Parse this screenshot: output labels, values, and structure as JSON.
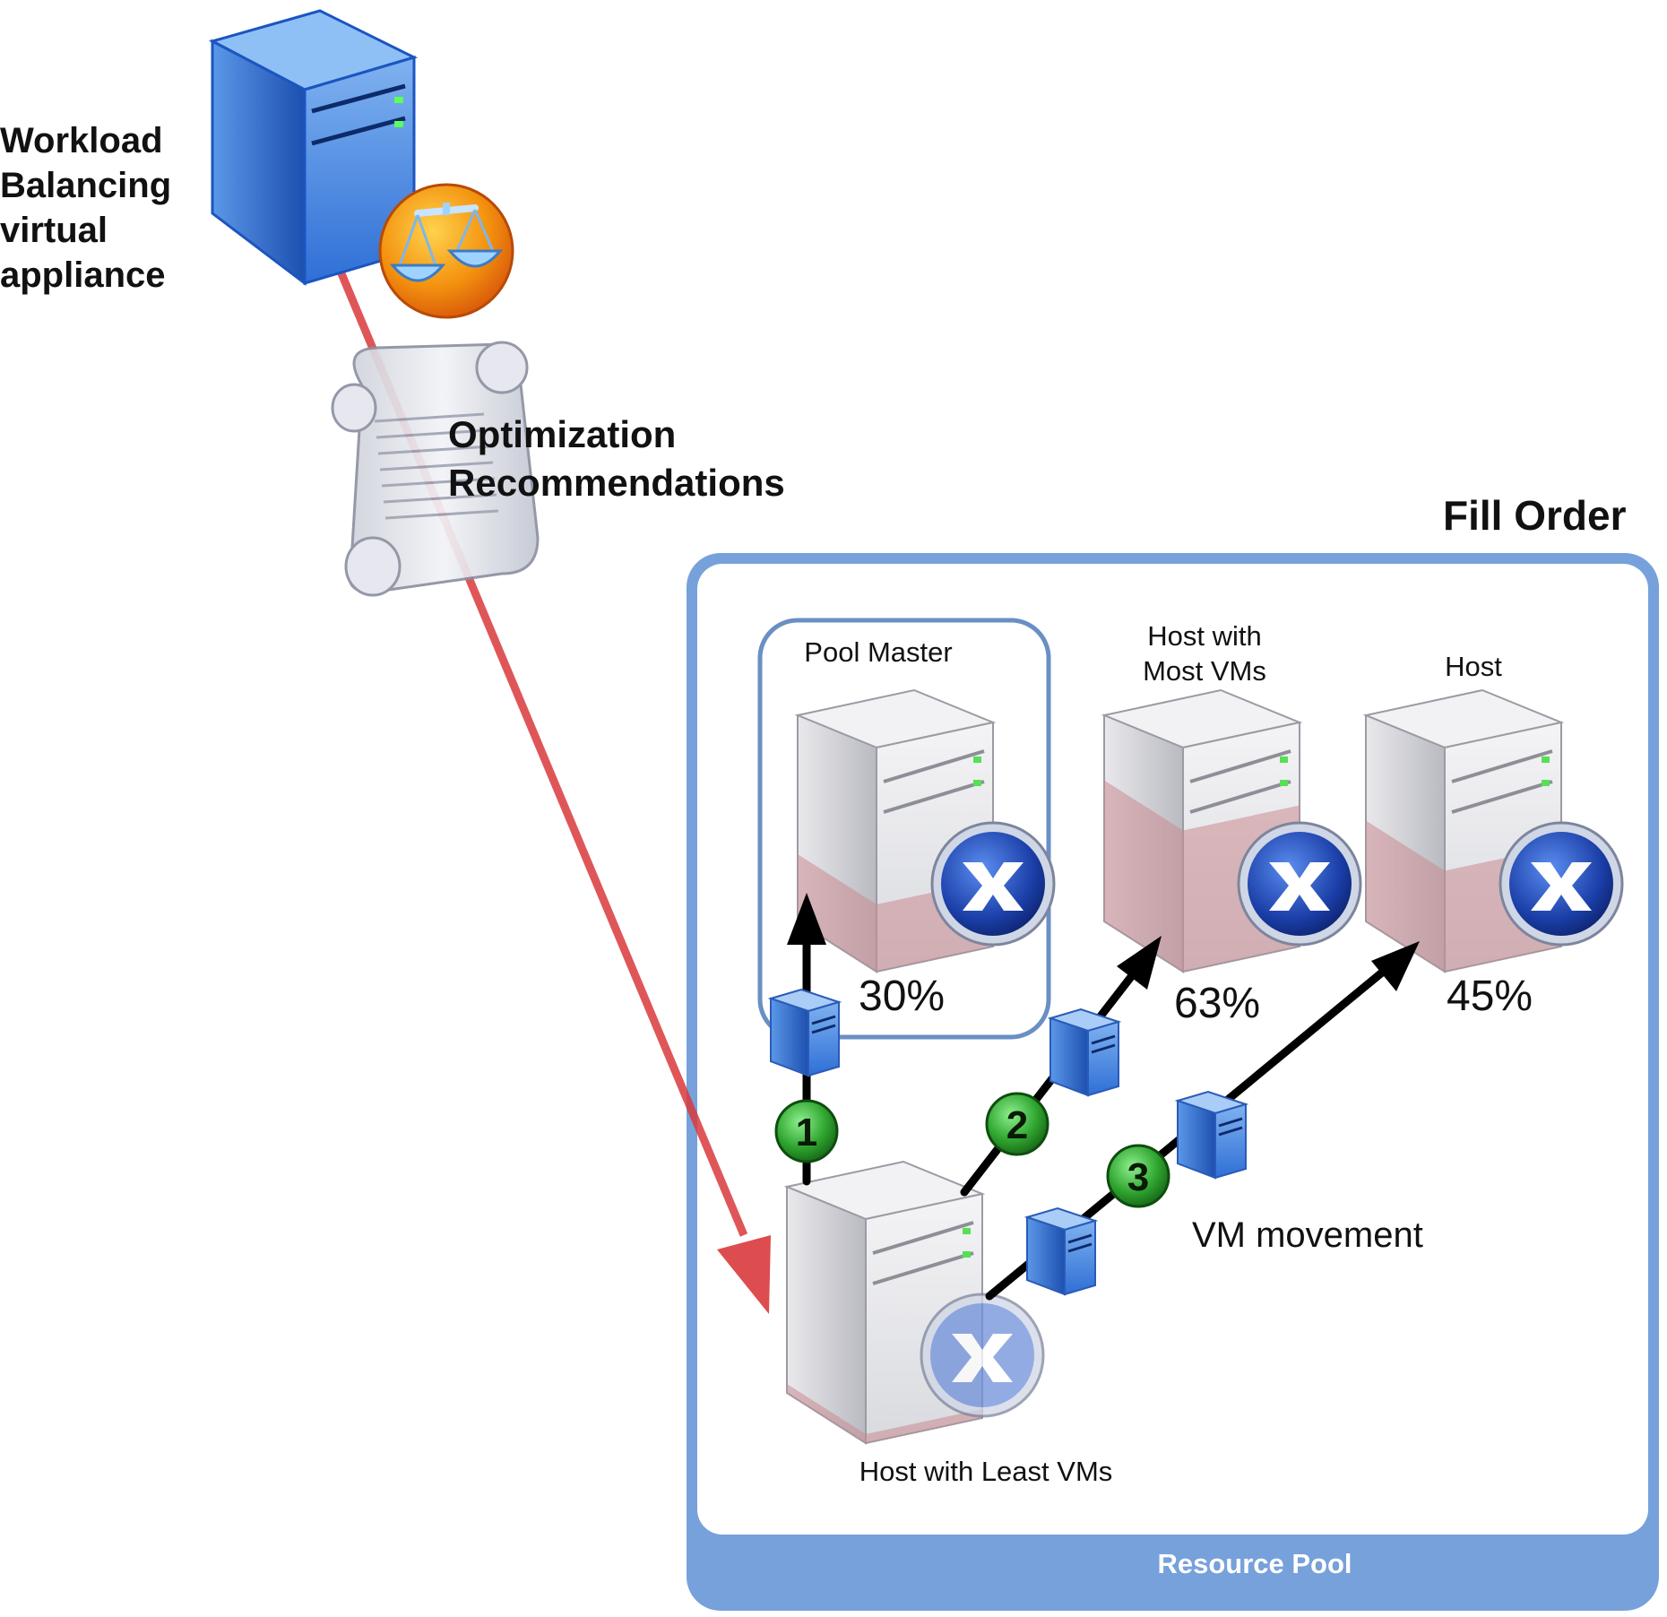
{
  "appliance": {
    "label_lines": [
      "Workload",
      "Balancing",
      "virtual",
      "appliance"
    ],
    "icon": "server-icon",
    "badge_icon": "balance-scale-icon"
  },
  "recommendations": {
    "label_lines": [
      "Optimization",
      "Recommendations"
    ],
    "icon": "scroll-icon"
  },
  "fill_order": {
    "title": "Fill Order"
  },
  "resource_pool": {
    "label": "Resource Pool"
  },
  "hosts": [
    {
      "name_lines": [
        "Pool Master"
      ],
      "load_label": "30%",
      "load": 0.3,
      "role": "pool-master"
    },
    {
      "name_lines": [
        "Host with",
        "Most VMs"
      ],
      "load_label": "63%",
      "load": 0.63,
      "role": "host-most-vms"
    },
    {
      "name_lines": [
        "Host"
      ],
      "load_label": "45%",
      "load": 0.45,
      "role": "host"
    }
  ],
  "source_host": {
    "name": "Host with Least VMs"
  },
  "movement": {
    "label": "VM movement",
    "steps": [
      "1",
      "2",
      "3"
    ]
  },
  "colors": {
    "pool_border": "#72a0d8",
    "master_border": "#6a8fc4",
    "recommendation_line": "#d9383c",
    "movement_arrow": "#000000",
    "step_badge": "#2fa52f",
    "appliance_blue": "#2e74d8",
    "badge_orange": "#f07d0e",
    "load_fill": "#c98a90"
  }
}
